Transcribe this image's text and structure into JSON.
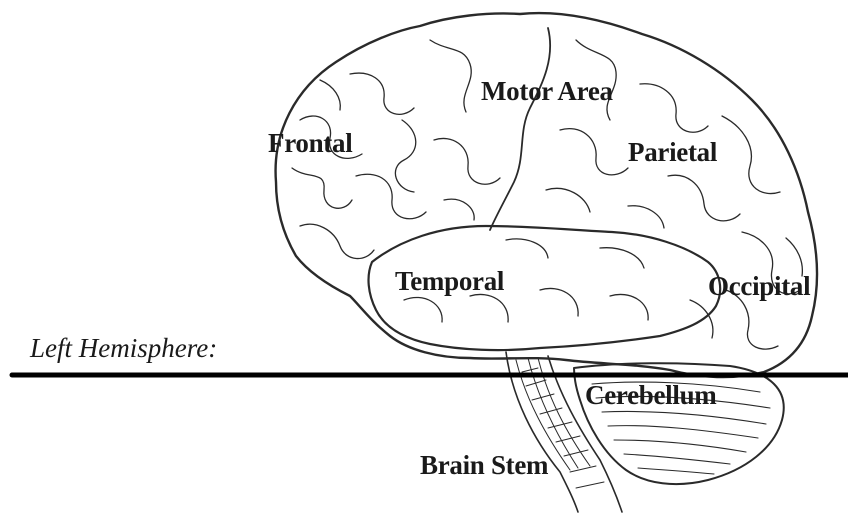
{
  "diagram": {
    "caption": "Left Hemisphere:",
    "labels": {
      "motor_area": "Motor Area",
      "frontal": "Frontal",
      "parietal": "Parietal",
      "temporal": "Temporal",
      "occipital": "Occipital",
      "cerebellum": "Cerebellum",
      "brain_stem": "Brain Stem"
    }
  }
}
